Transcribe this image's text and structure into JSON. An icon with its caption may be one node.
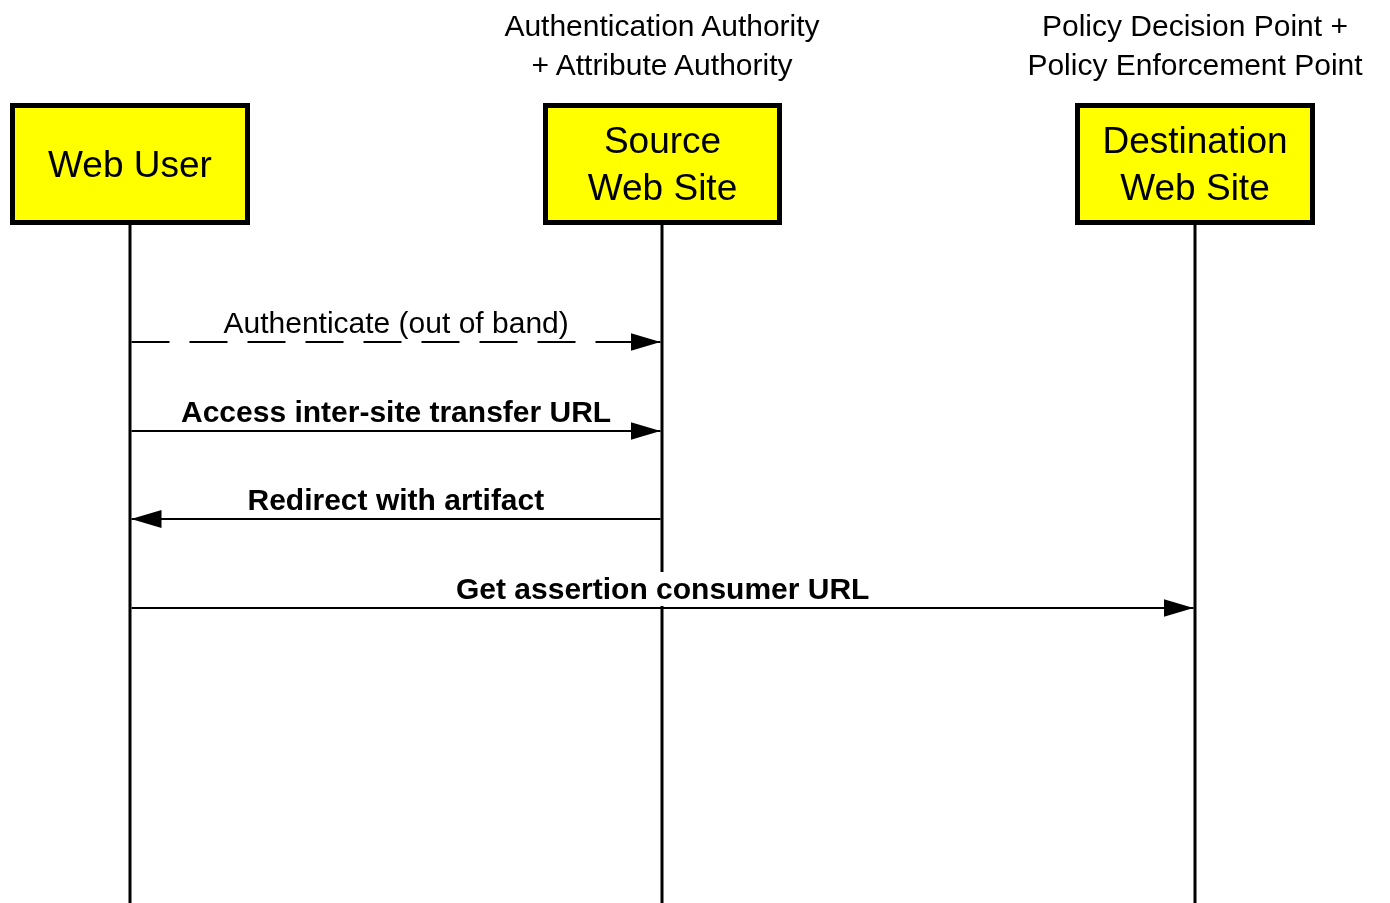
{
  "diagram": {
    "nodes": [
      {
        "text": [
          "Web User"
        ]
      },
      {
        "text": [
          "Source Web Site"
        ],
        "beside": [
          "Authentication Authority + Attribute Authority"
        ]
      },
      {
        "text": [
          "Destination Web Site"
        ],
        "beside": [
          "Policy Decision Point + Policy Enforcement Point"
        ]
      }
    ],
    "edges": [
      {
        "from": 0,
        "to": 1,
        "arrow": "to",
        "label": "Authenticate (out of band)",
        "style": "dashed"
      },
      {
        "from": 0,
        "to": 1,
        "arrow": "to",
        "label": "Access inter-site transfer URL"
      },
      {
        "from": 1,
        "to": 0,
        "arrow": "to",
        "label": "Redirect with artifact"
      },
      {
        "from": 0,
        "to": 2,
        "arrow": "to",
        "label": "Get assertion consumer URL"
      }
    ]
  }
}
